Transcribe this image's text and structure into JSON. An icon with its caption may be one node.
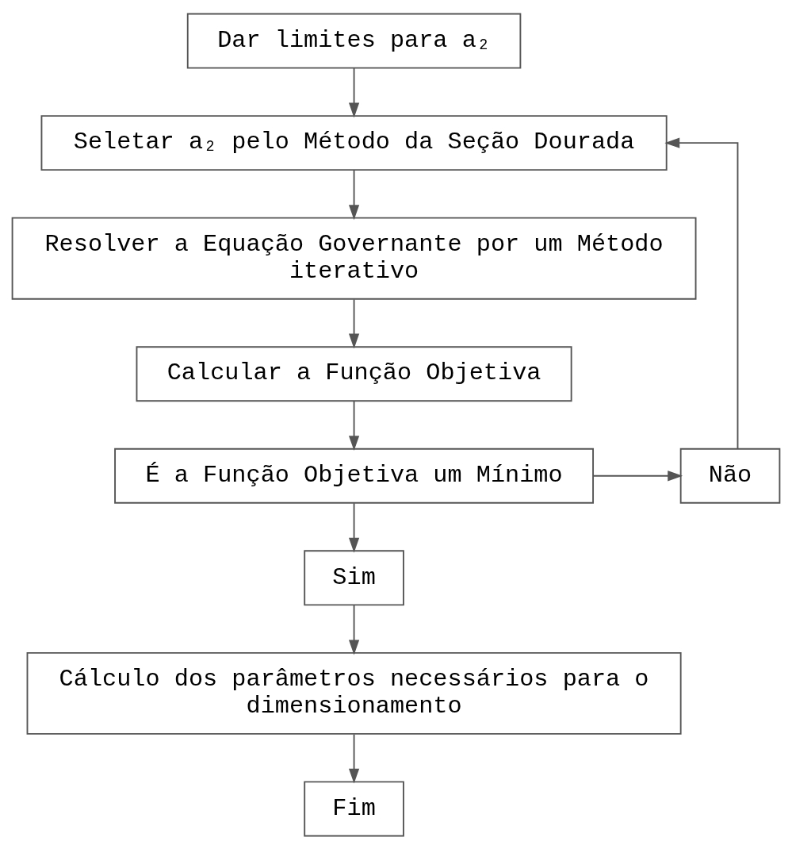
{
  "diagram": {
    "nodes": [
      {
        "text": [
          "Dar limites para a₂"
        ]
      },
      {
        "text": [
          "Seletar a₂ pelo Método da Seção Dourada"
        ]
      },
      {
        "text": [
          "Resolver a Equação Governante por um Método iterativo"
        ]
      },
      {
        "text": [
          "Calcular a Função Objetiva"
        ]
      },
      {
        "text": [
          "É a Função Objetiva um Mínimo"
        ]
      },
      {
        "text": [
          "Não"
        ]
      },
      {
        "text": [
          "Sim"
        ]
      },
      {
        "text": [
          "Cálculo dos parâmetros necessários para o dimensionamento"
        ]
      },
      {
        "text": [
          "Fim"
        ]
      }
    ],
    "edges": [
      {
        "from": 0,
        "to": 1,
        "arrow": "to"
      },
      {
        "from": 1,
        "to": 2,
        "arrow": "to"
      },
      {
        "from": 2,
        "to": 3,
        "arrow": "to"
      },
      {
        "from": 3,
        "to": 4,
        "arrow": "to"
      },
      {
        "from": 4,
        "to": 5,
        "arrow": "to"
      },
      {
        "from": 5,
        "to": 1,
        "arrow": "to"
      },
      {
        "from": 4,
        "to": 6,
        "arrow": "to"
      },
      {
        "from": 6,
        "to": 7,
        "arrow": "to"
      },
      {
        "from": 7,
        "to": 8,
        "arrow": "to"
      }
    ]
  }
}
